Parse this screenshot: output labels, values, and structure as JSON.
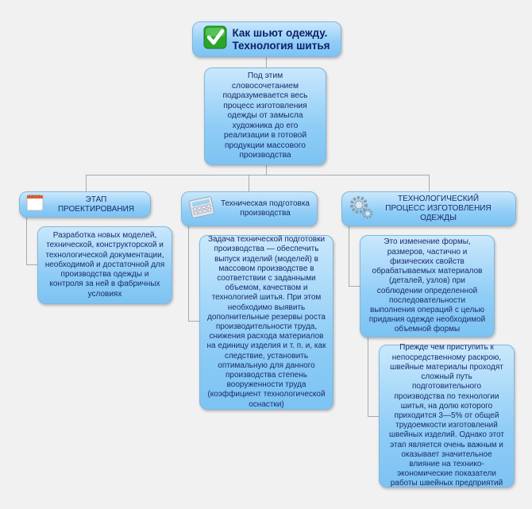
{
  "root": {
    "title_line1": "Как шьют одежду.",
    "title_line2": "Технология шитья",
    "icon": "checkmark-icon"
  },
  "intro": "Под этим словосочетанием подразумевается весь процесс изготовления одежды от замысла художника до его реализации в готовой продукции массового производства",
  "branches": [
    {
      "title": "ЭТАП ПРОЕКТИРОВАНИЯ",
      "icon": "calendar-icon",
      "details": [
        "Разработка новых моделей, технической, конструкторской и технологической документации, необходимой и достаточной для производства одежды и контроля за ней в фабричных условиях"
      ]
    },
    {
      "title": "Техническая подготовка производства",
      "icon": "calculator-icon",
      "details": [
        "Задача технической подготовки производства — обеспечить выпуск изделий (моделей) в массовом производстве в соответствии с заданными объемом, качеством и технологией шитья. При этом необходимо выявить дополнительные резервы роста производительности труда, снижения расхода материалов на единицу изделия и т. п. и, как следствие, установить оптимальную для данного производства степень вооруженности труда (коэффициент технологической оснастки)"
      ]
    },
    {
      "title": "ТЕХНОЛОГИЧЕСКИЙ ПРОЦЕСС ИЗГОТОВЛЕНИЯ ОДЕЖДЫ",
      "icon": "gears-icon",
      "details": [
        "Это изменение формы, размеров, частично и физических свойств обрабатываемых материалов (деталей, узлов) при соблюдении определенной последовательности выполнения операций с целью придания одежде необходимой объемной формы",
        "Прежде чем приступить к непосредственному раскрою, швейные материалы проходят сложный путь подготовительного производства по технологии шитья, на долю которого приходится 3—5% от общей трудоемкости изготовлений швейных изделий. Однако этот этап является очень важным и оказывает значительное влияние на технико-экономические показатели работы швейных предприятий"
      ]
    }
  ]
}
